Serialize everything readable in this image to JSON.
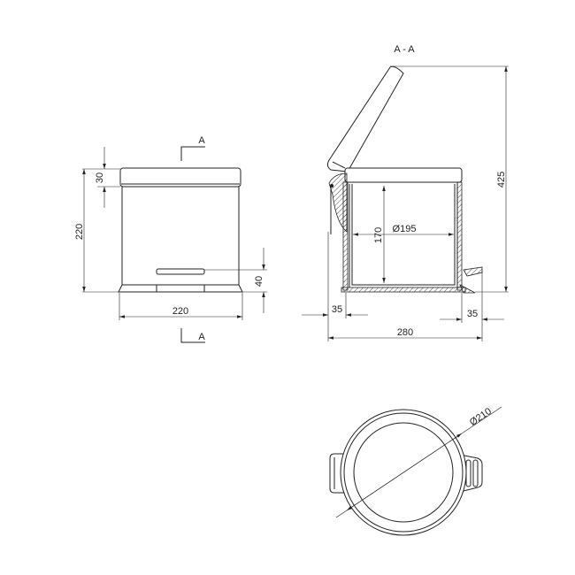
{
  "section_title": "A - A",
  "section_marker_label": "A",
  "front_view": {
    "height": "220",
    "lid_height": "30",
    "pedal_height": "40",
    "width": "220"
  },
  "section_view": {
    "total_height": "425",
    "inner_depth": "170",
    "inner_diameter": "Ø195",
    "left_offset": "35",
    "right_offset": "35",
    "total_depth": "280"
  },
  "top_view": {
    "diameter": "Ø210"
  }
}
